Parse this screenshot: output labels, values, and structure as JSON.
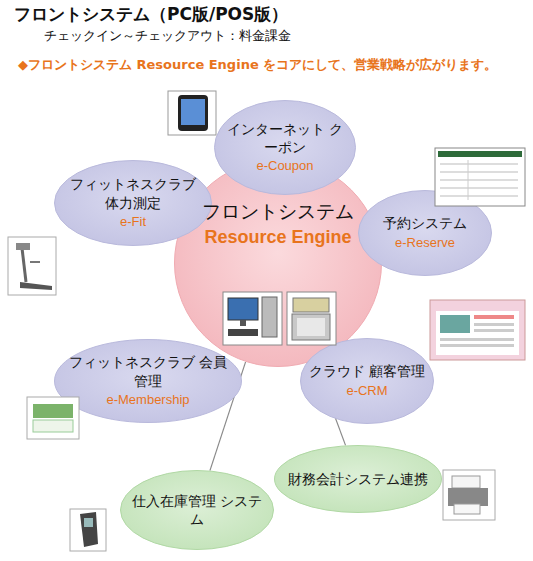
{
  "diagram": {
    "title": "フロントシステム（PC版/POS版）",
    "nodes": [
      {
        "text": [
          "フロントシステム",
          "Resource Engine"
        ]
      },
      {
        "text": [
          "インターネット クーポン",
          "e-Coupon"
        ]
      },
      {
        "text": [
          "フィットネスクラブ 体力測定",
          "e-Fit"
        ]
      },
      {
        "text": [
          "予約システム",
          "e-Reserve"
        ]
      },
      {
        "text": [
          "フィットネスクラブ 会員管理",
          "e-Membership"
        ]
      },
      {
        "text": [
          "クラウド 顧客管理",
          "e-CRM"
        ]
      },
      {
        "text": [
          "財務会計システム連携"
        ]
      },
      {
        "text": [
          "仕入在庫管理 システム"
        ]
      }
    ],
    "edges": [
      {
        "from": 0,
        "to": 7,
        "arrow": "none"
      },
      {
        "from": 0,
        "to": 6,
        "arrow": "none"
      }
    ],
    "labels": [
      "チェックイン～チェックアウト：料金課金",
      "◆フロントシステム Resource Engine をコアにして、営業戦略が広がります。"
    ]
  }
}
